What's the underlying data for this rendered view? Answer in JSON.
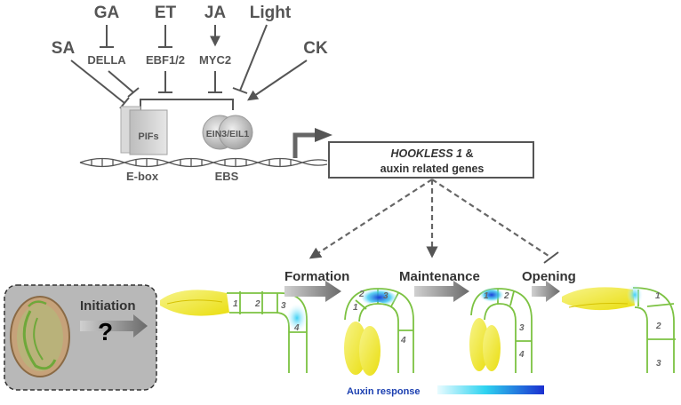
{
  "signals": {
    "ga": "GA",
    "et": "ET",
    "ja": "JA",
    "light": "Light",
    "sa": "SA",
    "ck": "CK"
  },
  "regulators": {
    "della": "DELLA",
    "ebf": "EBF1/2",
    "myc2": "MYC2"
  },
  "factors": {
    "pifs": "PIFs",
    "ein3": "EIN3/EIL1"
  },
  "elements": {
    "ebox": "E-box",
    "ebs": "EBS"
  },
  "target_gene": {
    "italic": "HOOKLESS 1",
    "suffix": " &",
    "line2": "auxin related genes"
  },
  "stages": {
    "initiation": "Initiation",
    "question": "?",
    "formation": "Formation",
    "maintenance": "Maintenance",
    "opening": "Opening"
  },
  "cell_numbers": {
    "s1": [
      "1",
      "2",
      "3",
      "4"
    ],
    "s2": [
      "1",
      "2",
      "3",
      "4"
    ],
    "s3": [
      "1",
      "2",
      "3",
      "4"
    ],
    "s4": [
      "1",
      "2",
      "3"
    ]
  },
  "legend": {
    "label": "Auxin response",
    "gradient_start": "#e8fbff",
    "gradient_mid": "#2ed3f0",
    "gradient_end": "#1b2fd0"
  },
  "colors": {
    "cotyledon": "#f4f030",
    "cell_outline": "#7cc242",
    "auxin_high": "#1b4fd8"
  }
}
